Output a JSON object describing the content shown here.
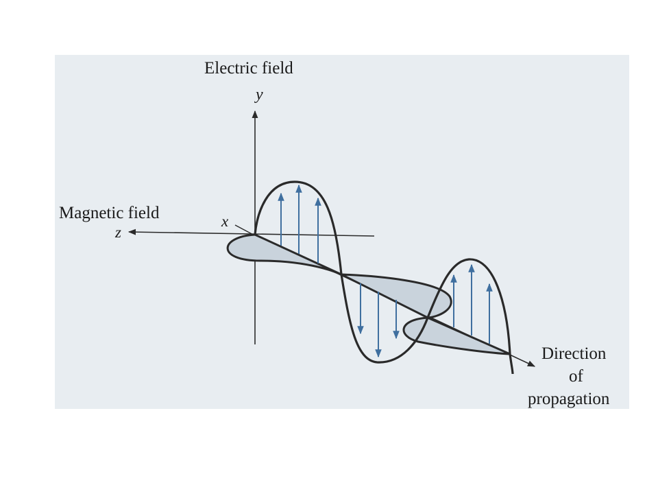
{
  "labels": {
    "electric_field": "Electric field",
    "magnetic_field": "Magnetic field",
    "direction_line1": "Direction",
    "direction_line2": "of",
    "direction_line3": "propagation"
  },
  "axes": {
    "y": "y",
    "x": "x",
    "z": "z"
  },
  "colors": {
    "panel_background": "#e8edf1",
    "outline": "#2a2a2a",
    "electric_arrows": "#3f6f9f",
    "magnetic_fill": "#c9d3dc"
  }
}
